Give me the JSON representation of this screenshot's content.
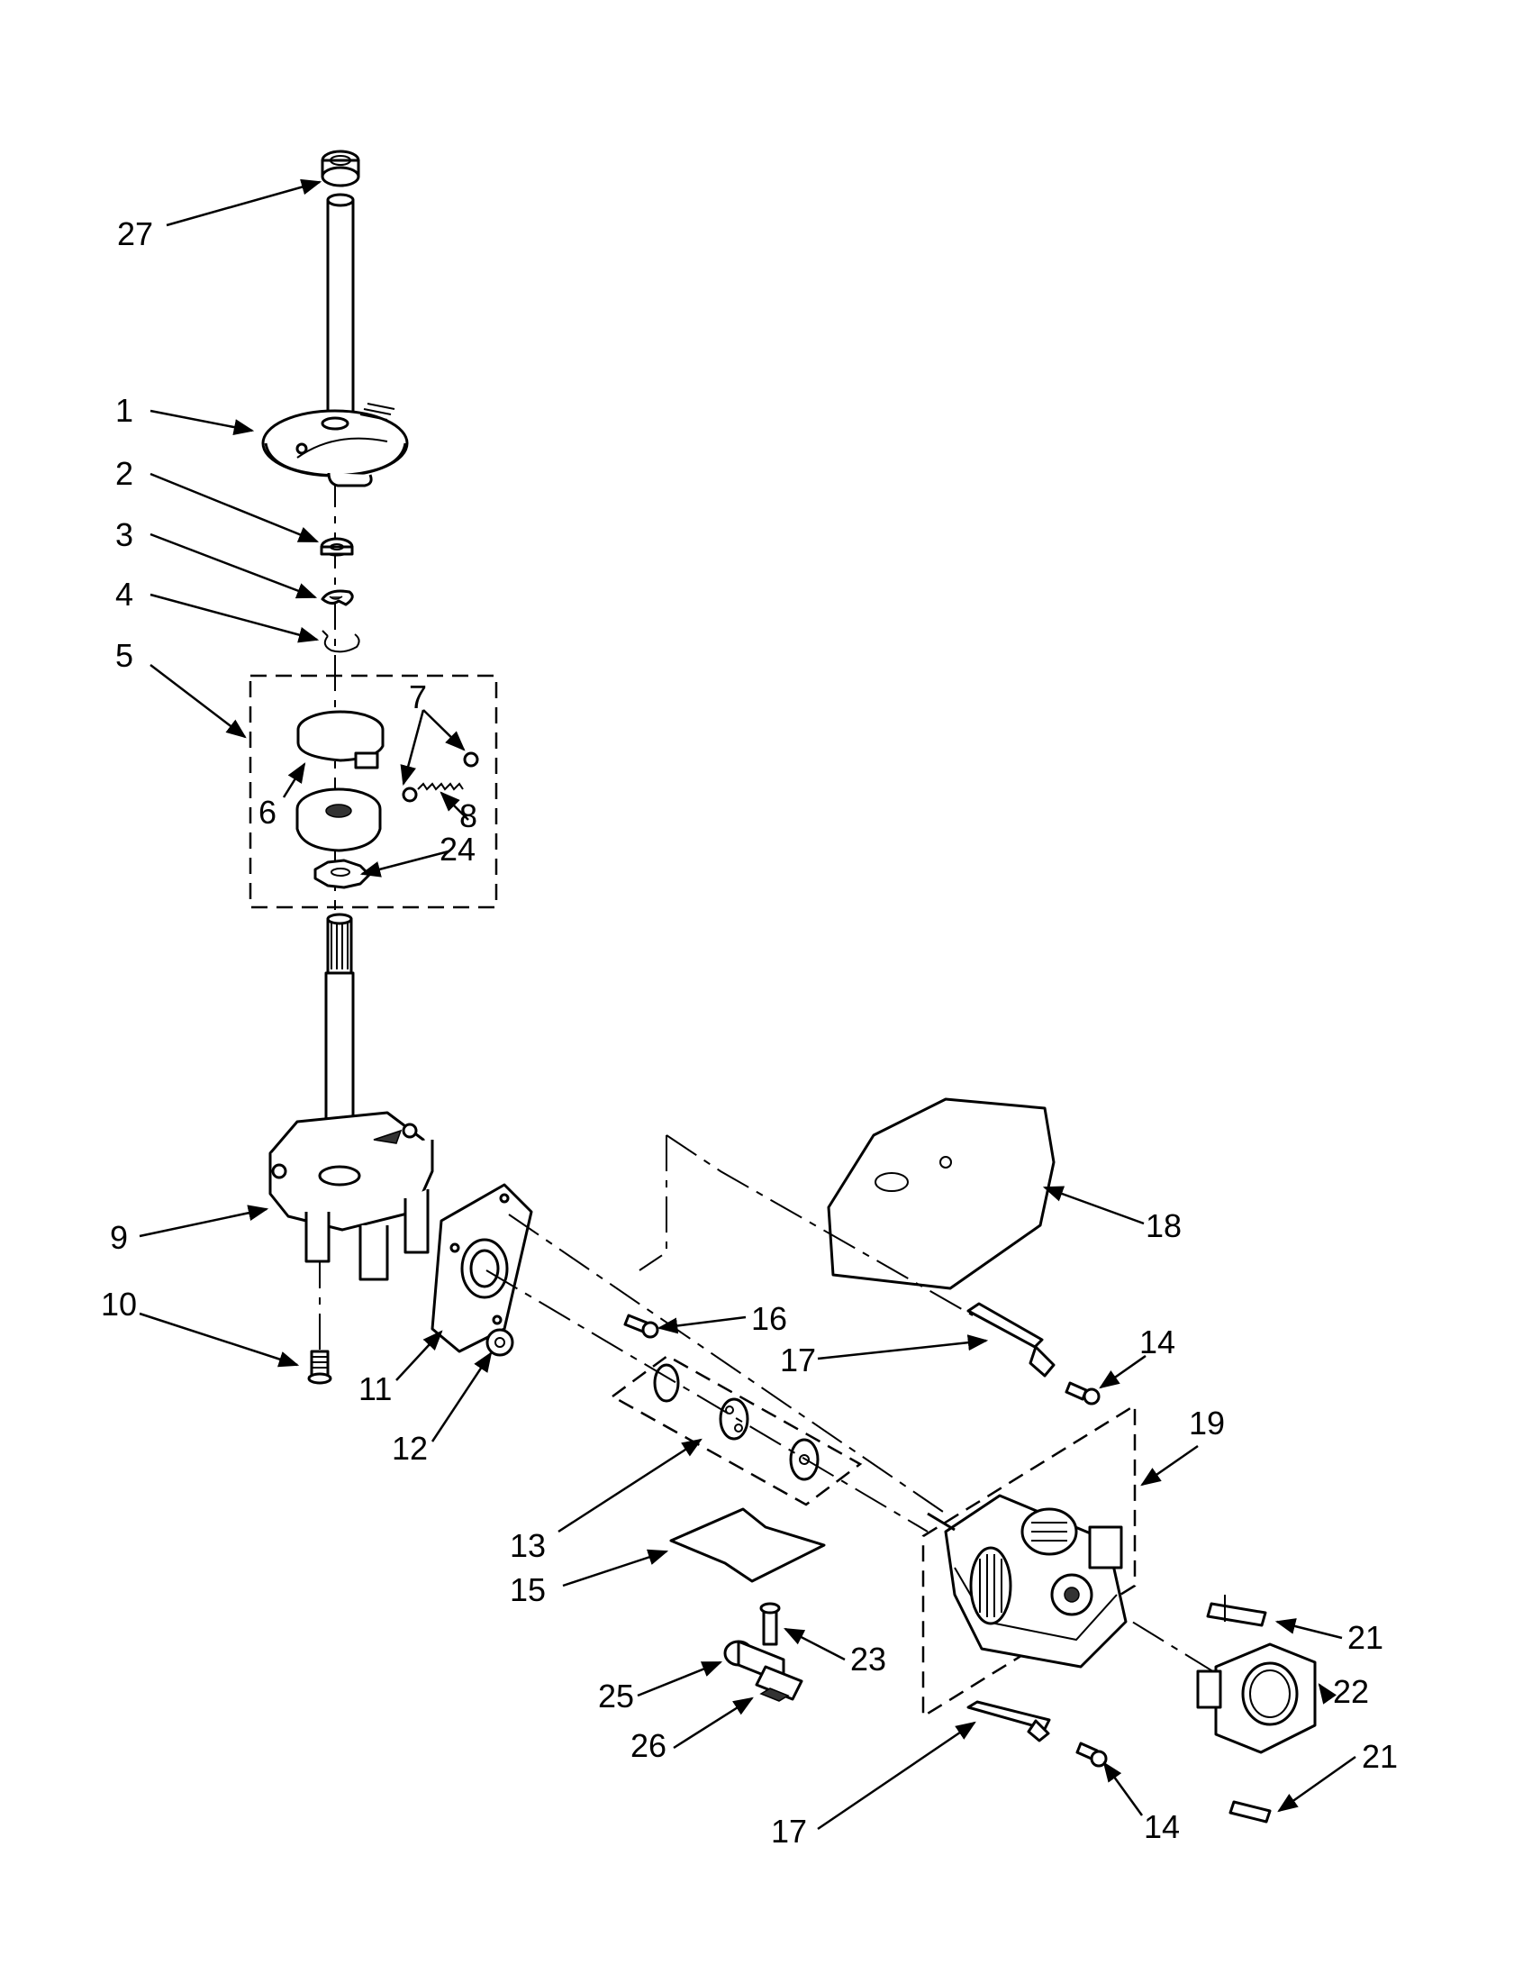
{
  "callouts": [
    "27",
    "1",
    "2",
    "3",
    "4",
    "5",
    "7",
    "6",
    "8",
    "24",
    "9",
    "10",
    "11",
    "12",
    "16",
    "17",
    "14",
    "19",
    "13",
    "15",
    "18",
    "21",
    "22",
    "23",
    "25",
    "26",
    "17",
    "14",
    "21"
  ]
}
